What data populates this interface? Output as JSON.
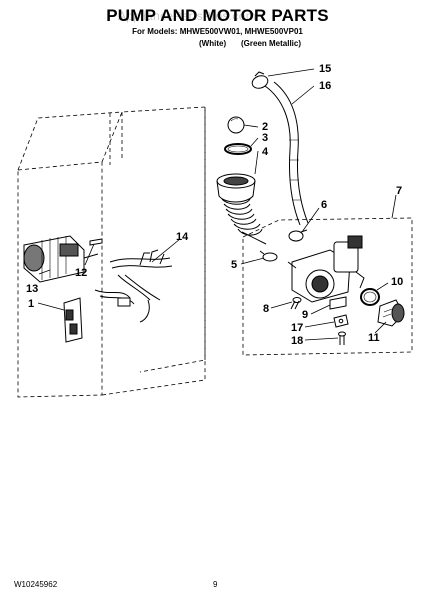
{
  "header": {
    "title": "PUMP AND MOTOR PARTS",
    "models": "For Models: MHWE500VW01, MHWE500VP01",
    "color_white": "(White)",
    "color_green": "(Green Metallic)",
    "watermark": "AppliancePartsPros.com"
  },
  "callouts": [
    "15",
    "16",
    "2",
    "3",
    "4",
    "7",
    "6",
    "14",
    "5",
    "10",
    "8",
    "9",
    "17",
    "18",
    "11",
    "13",
    "12",
    "1"
  ],
  "footer": {
    "doc_id": "W10245962",
    "page": "9"
  }
}
